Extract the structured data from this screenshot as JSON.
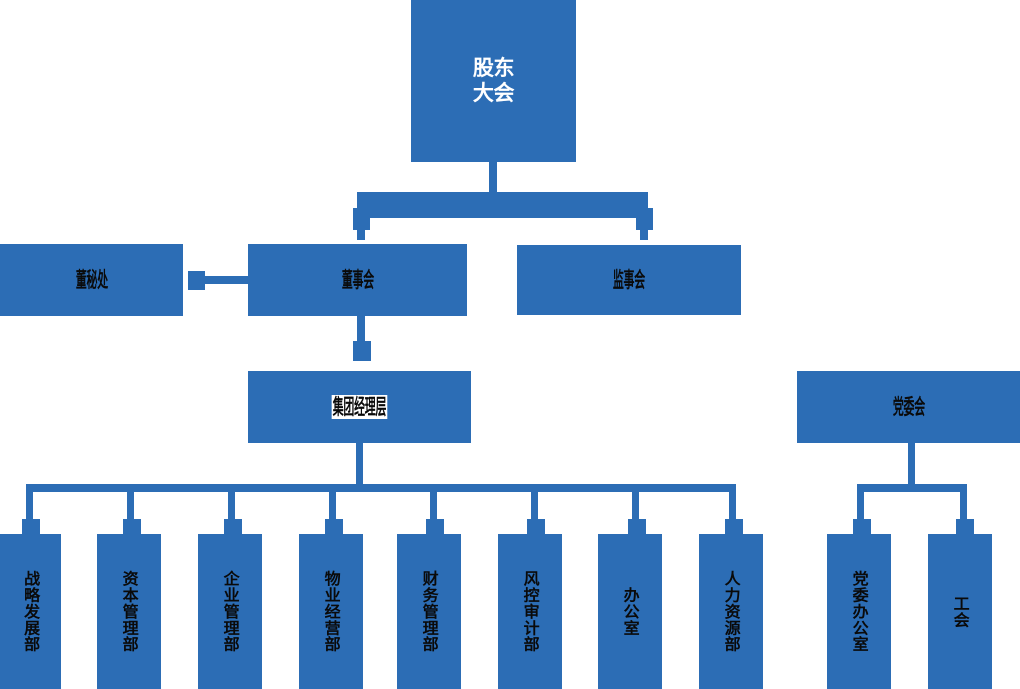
{
  "theme": {
    "accent": "#2c6db5",
    "background": "#ffffff",
    "text_on_accent_light": "#ffffff",
    "text_dark": "#0a0a0a"
  },
  "chart_data": {
    "type": "diagram",
    "title": "",
    "diagram_kind": "organization-chart",
    "orientation": "top-down",
    "levels": 4
  },
  "nodes": {
    "shareholders_meeting": "股东\n大会",
    "board_secretary_office": "董秘处",
    "board_of_directors": "董事会",
    "board_of_supervisors": "监事会",
    "group_management": "集团经理层",
    "party_committee": "党委会",
    "departments": [
      "战略发展部",
      "资本管理部",
      "企业管理部",
      "物业经营部",
      "财务管理部",
      "风控审计部",
      "办公室",
      "人力资源部"
    ],
    "party_units": [
      "党委办公室",
      "工会"
    ]
  }
}
